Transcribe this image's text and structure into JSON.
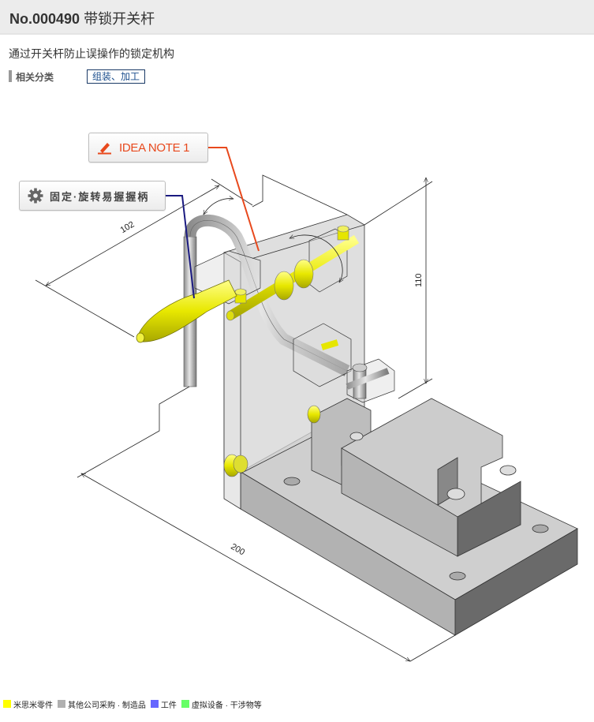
{
  "header": {
    "number": "No.000490",
    "title": "带锁开关杆"
  },
  "description": "通过开关杆防止误操作的锁定机构",
  "category": {
    "label": "相关分类",
    "tag": "组装、加工"
  },
  "callouts": {
    "idea_note": {
      "icon": "pencil-icon",
      "label": "IDEA NOTE 1",
      "color": "#e8491d"
    },
    "handle": {
      "icon": "gear-icon",
      "label": "固定·旋转易握握柄",
      "line_color": "#1a1a80"
    }
  },
  "dimensions": {
    "width_handle": "102",
    "height": "110",
    "length": "200"
  },
  "legend": [
    {
      "color": "#ffff00",
      "label": "米思米零件"
    },
    {
      "color": "#b0b0b0",
      "label": "其他公司采购 · 制造品"
    },
    {
      "color": "#6666ff",
      "label": "工件"
    },
    {
      "color": "#66ff66",
      "label": "虚拟设备 · 干涉物等"
    }
  ]
}
